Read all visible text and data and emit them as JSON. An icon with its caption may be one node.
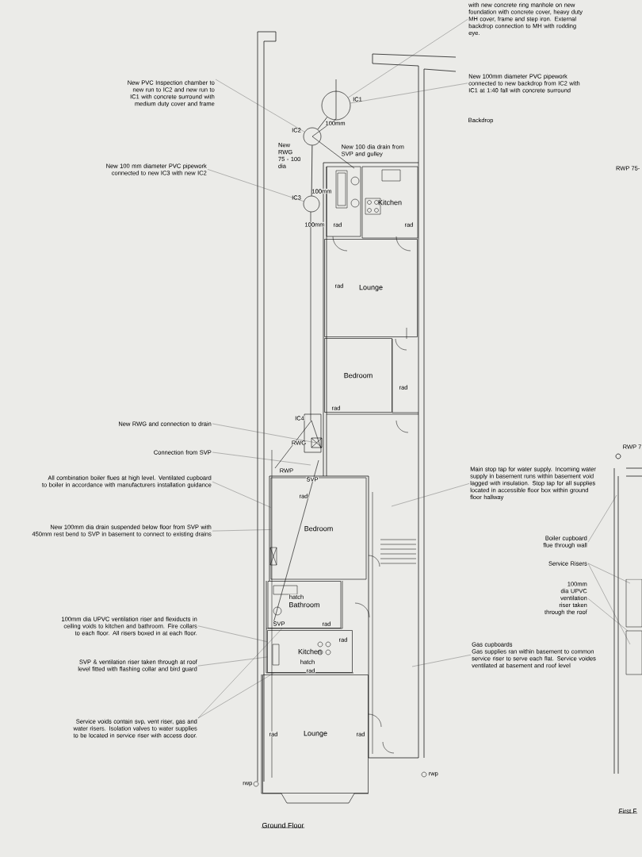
{
  "diagram": {
    "nodes": [
      {
        "text": [
          "with new concrete ring manhole on new foundation with concrete cover, heavy duty MH cover, frame and step iron. External backdrop connection to MH with rodding eye."
        ]
      },
      {
        "text": [
          "New 100mm diameter PVC pipework connected to new backdrop from IC2 with IC1 at 1:40 fall with concrete surround"
        ]
      },
      {
        "text": [
          "New PVC Inspection chamber to new run to IC2 and new run to IC1 with concrete surround with medium duty cover and frame"
        ]
      },
      {
        "text": [
          "New 100 mm diameter PVC pipework connected to new IC3 with new IC2"
        ]
      },
      {
        "text": [
          "New RWG and connection to drain"
        ]
      },
      {
        "text": [
          "Connection from SVP"
        ]
      },
      {
        "text": [
          "All combination boiler flues at high level. Ventilated cupboard to boiler in accordance with manufacturers installation guidance"
        ]
      },
      {
        "text": [
          "New 100mm dia drain suspended below floor from SVP with 450mm rest bend to SVP in basement to connect to existing drains"
        ]
      },
      {
        "text": [
          "100mm dia UPVC ventilation riser and flexiducts in ceiling voids to kitchen and bathroom. Fire collars to each floor. All risers boxed in at each floor."
        ]
      },
      {
        "text": [
          "SVP & ventilation riser taken through at roof level fitted with flashing collar and bird guard"
        ]
      },
      {
        "text": [
          "Service voids contain svp, vent riser, gas and water risers. Isolation valves to water supplies to be located in service riser with access door."
        ]
      },
      {
        "text": [
          "Main stop tap for water supply. Incoming water supply in basement runs within basement void lagged with insulation. Stop tap for all supplies located in accessible floor box within ground floor hallway"
        ]
      },
      {
        "text": [
          "Gas cupboards",
          "Gas supplies ran within basement to common service riser to serve each flat. Service voides ventilated at basement and roof level"
        ]
      },
      {
        "text": [
          "Boiler cupboard flue through wall"
        ]
      },
      {
        "text": [
          "Service Risers"
        ]
      },
      {
        "text": [
          "100mm dia UPVC ventilation riser taken through the roof"
        ]
      },
      {
        "text": [
          "Kitchen"
        ]
      },
      {
        "text": [
          "Lounge"
        ]
      },
      {
        "text": [
          "Bedroom"
        ]
      },
      {
        "text": [
          "Bedroom"
        ]
      },
      {
        "text": [
          "Bathroom"
        ]
      },
      {
        "text": [
          "Kitchen"
        ]
      },
      {
        "text": [
          "Lounge"
        ]
      },
      {
        "text": [],
        "shape": "circle",
        "beside": [
          "IC1"
        ]
      },
      {
        "text": [],
        "shape": "circle",
        "beside": [
          "IC2"
        ]
      },
      {
        "text": [],
        "shape": "circle",
        "beside": [
          "IC3"
        ]
      }
    ],
    "edges": [
      {
        "from": 0,
        "to": 23,
        "arrow": "none"
      },
      {
        "from": 1,
        "to": 23,
        "arrow": "none"
      },
      {
        "from": 2,
        "to": 24,
        "arrow": "none"
      },
      {
        "from": 3,
        "to": 25,
        "arrow": "none"
      },
      {
        "from": 4,
        "to": null,
        "arrow": "none"
      },
      {
        "from": 5,
        "to": null,
        "arrow": "none"
      },
      {
        "from": 6,
        "to": 19,
        "arrow": "none"
      },
      {
        "from": 7,
        "to": 19,
        "arrow": "none"
      },
      {
        "from": 8,
        "to": 21,
        "arrow": "none"
      },
      {
        "from": 9,
        "to": 21,
        "arrow": "none"
      },
      {
        "from": 10,
        "to": 20,
        "arrow": "none"
      },
      {
        "from": 10,
        "to": 21,
        "arrow": "none"
      },
      {
        "from": 11,
        "to": null,
        "arrow": "none"
      },
      {
        "from": 12,
        "to": null,
        "arrow": "none"
      },
      {
        "from": 13,
        "to": null,
        "arrow": "none"
      },
      {
        "from": 14,
        "to": null,
        "arrow": "none"
      },
      {
        "from": 14,
        "to": null,
        "arrow": "none"
      },
      {
        "from": 15,
        "to": null,
        "arrow": "none"
      },
      {
        "from": 24,
        "to": 23,
        "arrow": "none",
        "label": "100mm"
      },
      {
        "from": 24,
        "to": 25,
        "arrow": "none"
      }
    ],
    "labels": [
      "Backdrop",
      "RWP 75-",
      "New 100 dia drain from SVP and gulley",
      "New RWG 75 - 100 dia",
      "100mm",
      "100mm",
      "rad",
      "rad",
      "rad",
      "rad",
      "rad",
      "IC4",
      "RWG",
      "RWP",
      "SVP",
      "RWP 7",
      "rad",
      "hatch",
      "SVP",
      "rad",
      "rad",
      "hatch",
      "rad",
      "rad",
      "rad",
      "rwp",
      "rwp",
      "Ground Floor",
      "First F"
    ]
  }
}
